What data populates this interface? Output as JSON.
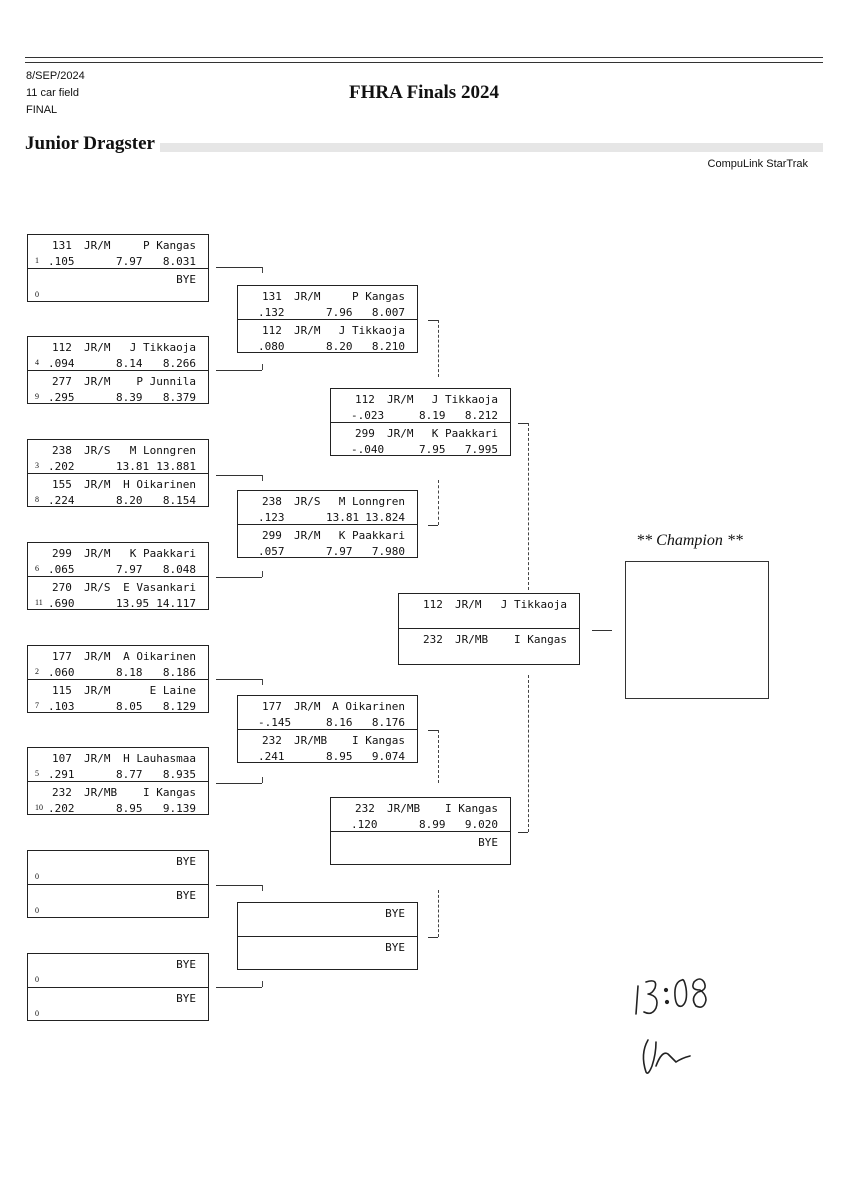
{
  "header": {
    "date": "8/SEP/2024",
    "field": "11 car field",
    "round": "FINAL",
    "title": "FHRA Finals 2024",
    "category": "Junior Dragster",
    "brand": "CompuLink StarTrak"
  },
  "round1": [
    {
      "top": {
        "seed": "1",
        "car": "131",
        "cls": "JR/M",
        "name": "P Kangas",
        "rt": ".105",
        "et": "7.97",
        "mph": "8.031"
      },
      "bottom": {
        "seed": "0",
        "car": "",
        "cls": "",
        "name": "BYE",
        "rt": "",
        "et": "",
        "mph": ""
      }
    },
    {
      "top": {
        "seed": "4",
        "car": "112",
        "cls": "JR/M",
        "name": "J Tikkaoja",
        "rt": ".094",
        "et": "8.14",
        "mph": "8.266"
      },
      "bottom": {
        "seed": "9",
        "car": "277",
        "cls": "JR/M",
        "name": "P Junnila",
        "rt": ".295",
        "et": "8.39",
        "mph": "8.379"
      }
    },
    {
      "top": {
        "seed": "3",
        "car": "238",
        "cls": "JR/S",
        "name": "M Lonngren",
        "rt": ".202",
        "et": "13.81",
        "mph": "13.881"
      },
      "bottom": {
        "seed": "8",
        "car": "155",
        "cls": "JR/M",
        "name": "H Oikarinen",
        "rt": ".224",
        "et": "8.20",
        "mph": "8.154"
      }
    },
    {
      "top": {
        "seed": "6",
        "car": "299",
        "cls": "JR/M",
        "name": "K Paakkari",
        "rt": ".065",
        "et": "7.97",
        "mph": "8.048"
      },
      "bottom": {
        "seed": "11",
        "car": "270",
        "cls": "JR/S",
        "name": "E Vasankari",
        "rt": ".690",
        "et": "13.95",
        "mph": "14.117"
      }
    },
    {
      "top": {
        "seed": "2",
        "car": "177",
        "cls": "JR/M",
        "name": "A Oikarinen",
        "rt": ".060",
        "et": "8.18",
        "mph": "8.186"
      },
      "bottom": {
        "seed": "7",
        "car": "115",
        "cls": "JR/M",
        "name": "E Laine",
        "rt": ".103",
        "et": "8.05",
        "mph": "8.129"
      }
    },
    {
      "top": {
        "seed": "5",
        "car": "107",
        "cls": "JR/M",
        "name": "H Lauhasmaa",
        "rt": ".291",
        "et": "8.77",
        "mph": "8.935"
      },
      "bottom": {
        "seed": "10",
        "car": "232",
        "cls": "JR/MB",
        "name": "I Kangas",
        "rt": ".202",
        "et": "8.95",
        "mph": "9.139"
      }
    },
    {
      "top": {
        "seed": "0",
        "car": "",
        "cls": "",
        "name": "BYE",
        "rt": "",
        "et": "",
        "mph": ""
      },
      "bottom": {
        "seed": "0",
        "car": "",
        "cls": "",
        "name": "BYE",
        "rt": "",
        "et": "",
        "mph": ""
      }
    },
    {
      "top": {
        "seed": "0",
        "car": "",
        "cls": "",
        "name": "BYE",
        "rt": "",
        "et": "",
        "mph": ""
      },
      "bottom": {
        "seed": "0",
        "car": "",
        "cls": "",
        "name": "BYE",
        "rt": "",
        "et": "",
        "mph": ""
      }
    }
  ],
  "round2": [
    {
      "top": {
        "car": "131",
        "cls": "JR/M",
        "name": "P Kangas",
        "rt": ".132",
        "et": "7.96",
        "mph": "8.007"
      },
      "bottom": {
        "car": "112",
        "cls": "JR/M",
        "name": "J Tikkaoja",
        "rt": ".080",
        "et": "8.20",
        "mph": "8.210"
      }
    },
    {
      "top": {
        "car": "238",
        "cls": "JR/S",
        "name": "M Lonngren",
        "rt": ".123",
        "et": "13.81",
        "mph": "13.824"
      },
      "bottom": {
        "car": "299",
        "cls": "JR/M",
        "name": "K Paakkari",
        "rt": ".057",
        "et": "7.97",
        "mph": "7.980"
      }
    },
    {
      "top": {
        "car": "177",
        "cls": "JR/M",
        "name": "A Oikarinen",
        "rt": "-.145",
        "et": "8.16",
        "mph": "8.176"
      },
      "bottom": {
        "car": "232",
        "cls": "JR/MB",
        "name": "I Kangas",
        "rt": ".241",
        "et": "8.95",
        "mph": "9.074"
      }
    },
    {
      "top": {
        "car": "",
        "cls": "",
        "name": "BYE",
        "rt": "",
        "et": "",
        "mph": ""
      },
      "bottom": {
        "car": "",
        "cls": "",
        "name": "BYE",
        "rt": "",
        "et": "",
        "mph": ""
      }
    }
  ],
  "round3": [
    {
      "top": {
        "car": "112",
        "cls": "JR/M",
        "name": "J Tikkaoja",
        "rt": "-.023",
        "et": "8.19",
        "mph": "8.212"
      },
      "bottom": {
        "car": "299",
        "cls": "JR/M",
        "name": "K Paakkari",
        "rt": "-.040",
        "et": "7.95",
        "mph": "7.995"
      }
    },
    {
      "top": {
        "car": "232",
        "cls": "JR/MB",
        "name": "I Kangas",
        "rt": ".120",
        "et": "8.99",
        "mph": "9.020"
      },
      "bottom": {
        "car": "",
        "cls": "",
        "name": "BYE",
        "rt": "",
        "et": "",
        "mph": ""
      }
    }
  ],
  "final": {
    "top": {
      "car": "112",
      "cls": "JR/M",
      "name": "J Tikkaoja",
      "rt": "",
      "et": "",
      "mph": ""
    },
    "bottom": {
      "car": "232",
      "cls": "JR/MB",
      "name": "I Kangas",
      "rt": "",
      "et": "",
      "mph": ""
    }
  },
  "champion": {
    "label": "** Champion **"
  },
  "handwritten": {
    "time": "13:08",
    "initials": "handwritten initials"
  }
}
